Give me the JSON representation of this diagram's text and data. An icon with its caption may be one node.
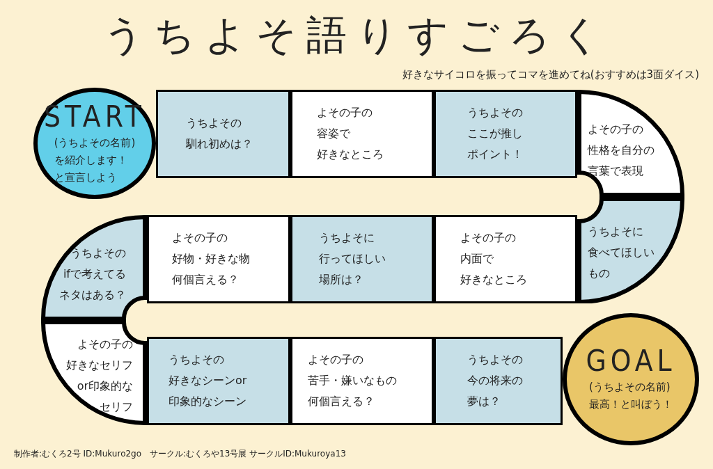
{
  "diagram": {
    "title": "うちよそ語りすごろく",
    "nodes": [
      {
        "text": [
          "START",
          "(うちよその名前)を紹介します！と宣言しよう"
        ]
      },
      {
        "text": [
          "うちよその馴れ初めは？"
        ]
      },
      {
        "text": [
          "よその子の容姿で好きなところ"
        ]
      },
      {
        "text": [
          "うちよそのここが推しポイント！"
        ]
      },
      {
        "text": [
          "よその子の性格を自分の言葉で表現"
        ]
      },
      {
        "text": [
          "うちよそに食べてほしいもの"
        ]
      },
      {
        "text": [
          "よその子の内面で好きなところ"
        ]
      },
      {
        "text": [
          "うちよそに行ってほしい場所は？"
        ]
      },
      {
        "text": [
          "よその子の好物・好きな物何個言える？"
        ]
      },
      {
        "text": [
          "うちよそのifで考えてるネタはある？"
        ]
      },
      {
        "text": [
          "よその子の好きなセリフor印象的なセリフ"
        ]
      },
      {
        "text": [
          "うちよその好きなシーンor印象的なシーン"
        ]
      },
      {
        "text": [
          "よその子の苦手・嫌いなもの何個言える？"
        ]
      },
      {
        "text": [
          "うちよその今の将来の夢は？"
        ]
      },
      {
        "text": [
          "GOAL",
          "(うちよその名前)最高！と叫ぼう！"
        ]
      }
    ],
    "labels": [
      "好きなサイコロを振ってコマを進めてね(おすすめは3面ダイス)",
      "制作者:むくろ2号 ID:Mukuro2go　サークル:むくろや13号展 サークルID:Mukuroya13"
    ]
  }
}
